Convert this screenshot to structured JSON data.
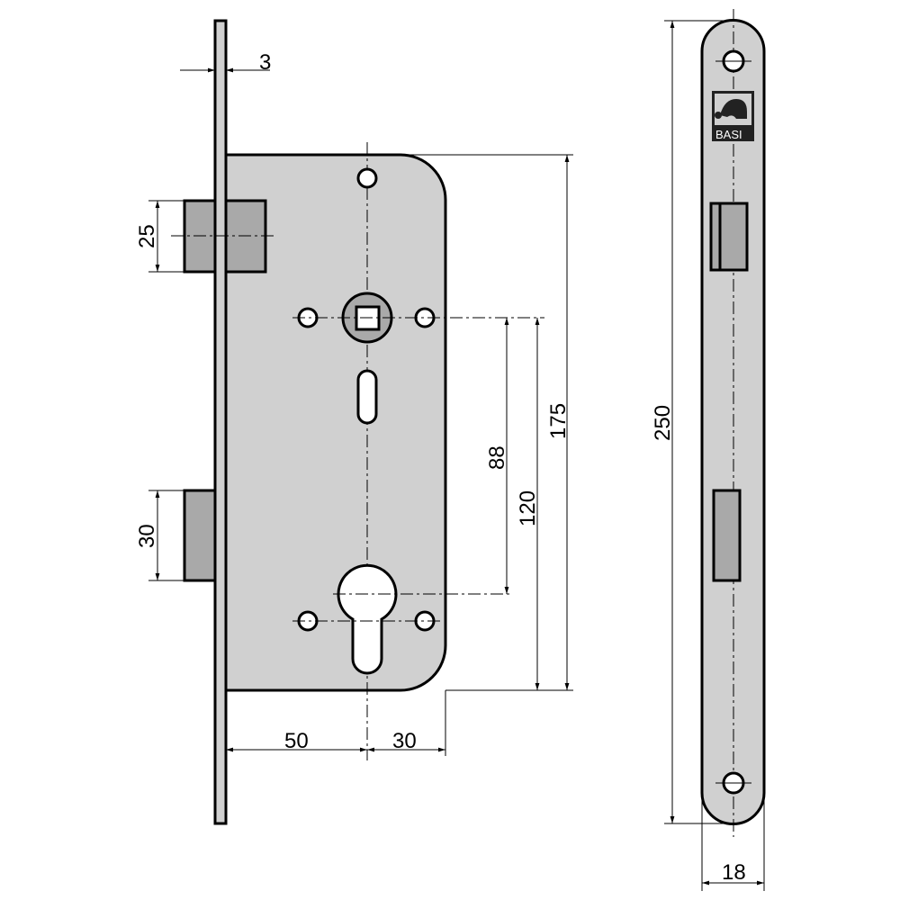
{
  "title": "Mortise lock technical drawing",
  "colors": {
    "body": "#d0d0d0",
    "bolt": "#a9a9a9",
    "line": "#000000"
  },
  "front_view": {
    "dimensions": {
      "faceplate_thickness": "3",
      "latch_height": "25",
      "deadbolt_height": "30",
      "backset": "50",
      "cylinder_to_edge": "30",
      "center_distance": "88",
      "spindle_to_bottom": "120",
      "body_height": "175"
    }
  },
  "side_view": {
    "logo_text": "BASI",
    "dimensions": {
      "faceplate_length": "250",
      "faceplate_width": "18"
    }
  }
}
